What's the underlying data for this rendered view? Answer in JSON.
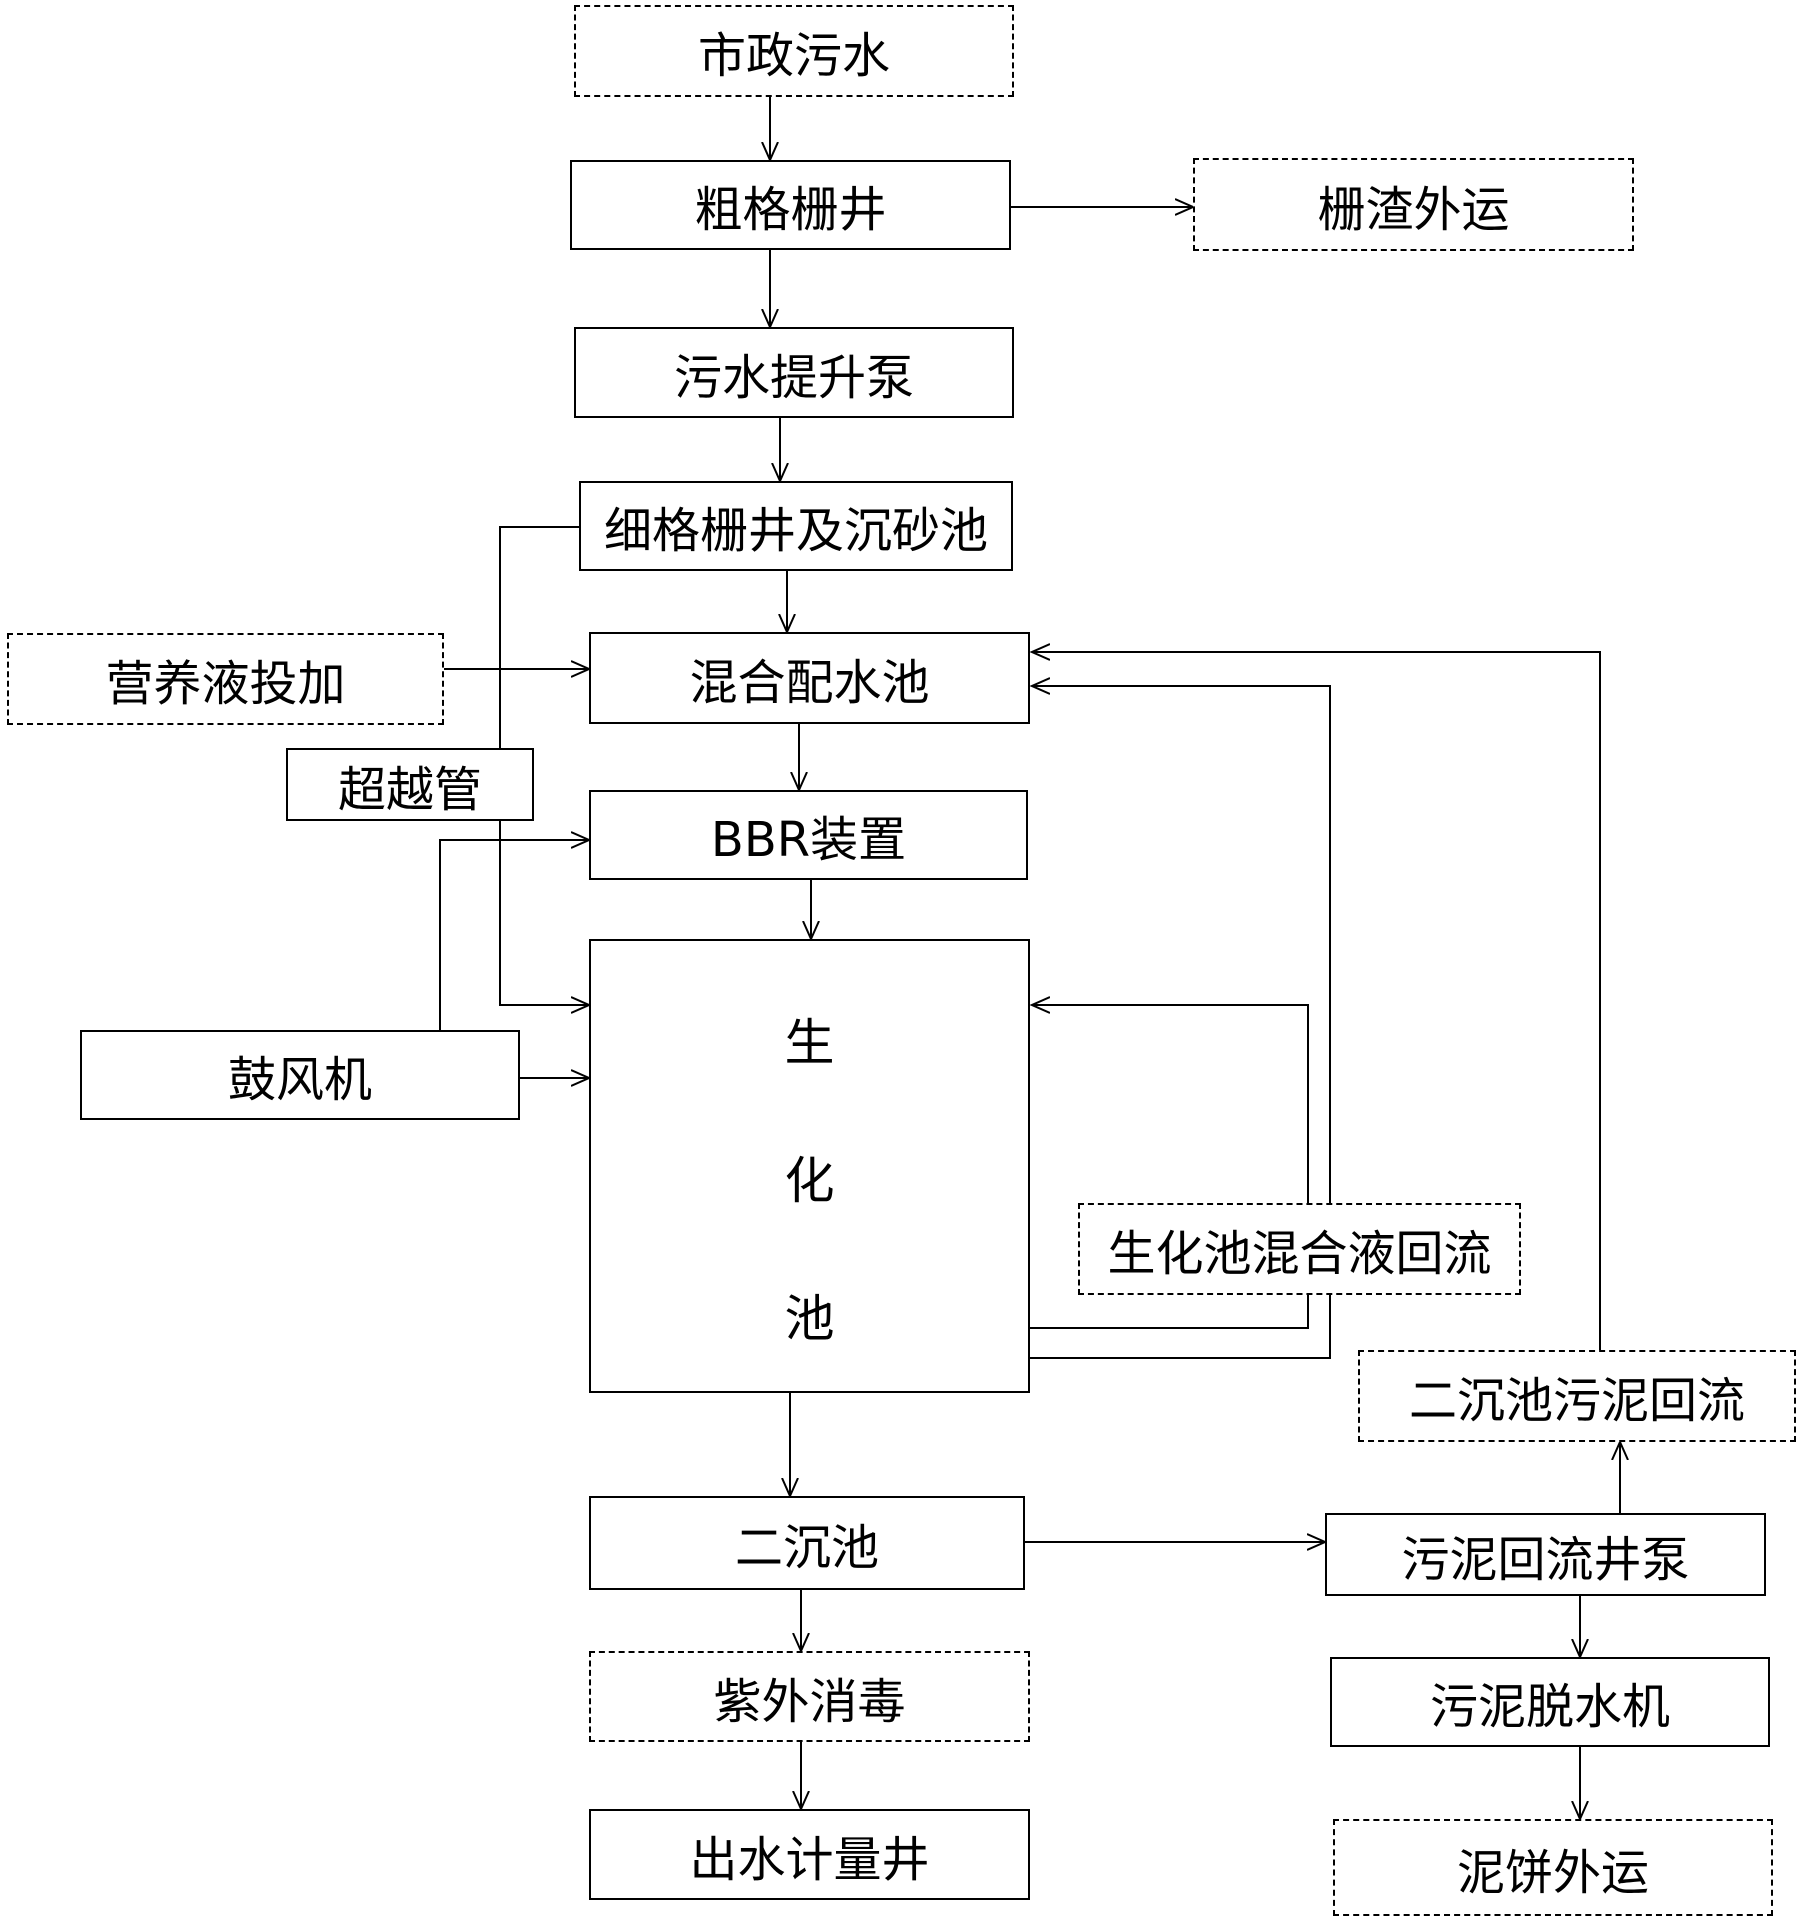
{
  "nodes": {
    "municipal_sewage": "市政污水",
    "coarse_screen": "粗格栅井",
    "screenings": "栅渣外运",
    "lift_pump": "污水提升泵",
    "fine_screen": "细格栅井及沉砂池",
    "nutrient": "营养液投加",
    "mixing_tank": "混合配水池",
    "bypass": "超越管",
    "bbr": "BBR装置",
    "blower": "鼓风机",
    "bio_tank": [
      "生",
      "化",
      "池"
    ],
    "mixed_liquor_return": "生化池混合液回流",
    "secondary_clarifier": "二沉池",
    "sludge_return_label": "二沉池污泥回流",
    "sludge_pump": "污泥回流井泵",
    "uv": "紫外消毒",
    "dewatering": "污泥脱水机",
    "outlet": "出水计量井",
    "cake": "泥饼外运"
  }
}
